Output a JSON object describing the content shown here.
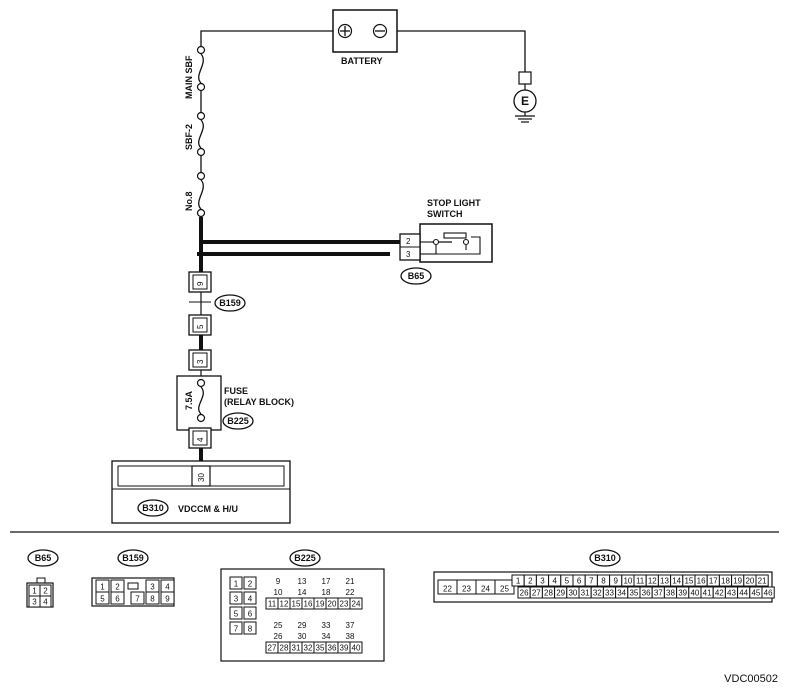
{
  "battery": {
    "label": "BATTERY"
  },
  "ground": {
    "label": "E"
  },
  "fuses": {
    "main_sbf": "MAIN SBF",
    "sbf2": "SBF-2",
    "no8": "No.8"
  },
  "stop_light_switch": {
    "label_line1": "STOP LIGHT",
    "label_line2": "SWITCH",
    "pins": [
      "2",
      "3"
    ],
    "connector": "B65"
  },
  "b159": {
    "connector": "B159",
    "pins": [
      "9",
      "5"
    ]
  },
  "relay_fuse": {
    "rating": "7.5A",
    "label_line1": "FUSE",
    "label_line2": "(RELAY BLOCK)",
    "connector": "B225",
    "pins": [
      "3",
      "4"
    ]
  },
  "vdccm": {
    "connector": "B310",
    "label": "VDCCM & H/U",
    "pin": "30"
  },
  "legends": {
    "b65": {
      "title": "B65",
      "rows": [
        [
          "1",
          "2"
        ],
        [
          "3",
          "4"
        ]
      ]
    },
    "b159": {
      "title": "B159",
      "rows": [
        [
          "1",
          "2",
          "",
          "3",
          "4"
        ],
        [
          "5",
          "6",
          "7",
          "8",
          "9"
        ]
      ]
    },
    "b225": {
      "title": "B225",
      "groups": [
        [
          [
            "1",
            "2"
          ],
          [
            "3",
            "4"
          ],
          [
            "5",
            "6"
          ],
          [
            "7",
            "8"
          ]
        ],
        [
          [
            "9",
            "10",
            "11",
            "12"
          ],
          [
            "13",
            "14",
            "15",
            "16"
          ],
          [
            "17",
            "18",
            "19",
            "20"
          ],
          [
            "21",
            "22",
            "23",
            "24"
          ]
        ],
        [
          [
            "25",
            "26",
            "27",
            "28"
          ],
          [
            "29",
            "30",
            "31",
            "32"
          ],
          [
            "33",
            "34",
            "35",
            "36"
          ],
          [
            "37",
            "38",
            "39",
            "40"
          ]
        ]
      ]
    },
    "b310": {
      "title": "B310",
      "left": [
        "22",
        "23",
        "24",
        "25"
      ],
      "top": [
        "1",
        "2",
        "3",
        "4",
        "5",
        "6",
        "7",
        "8",
        "9",
        "10",
        "11",
        "12",
        "13",
        "14",
        "15",
        "16",
        "17",
        "18",
        "19",
        "20",
        "21"
      ],
      "bottom": [
        "26",
        "27",
        "28",
        "29",
        "30",
        "31",
        "32",
        "33",
        "34",
        "35",
        "36",
        "37",
        "38",
        "39",
        "40",
        "41",
        "42",
        "43",
        "44",
        "45",
        "46"
      ]
    }
  },
  "diagram_code": "VDC00502"
}
